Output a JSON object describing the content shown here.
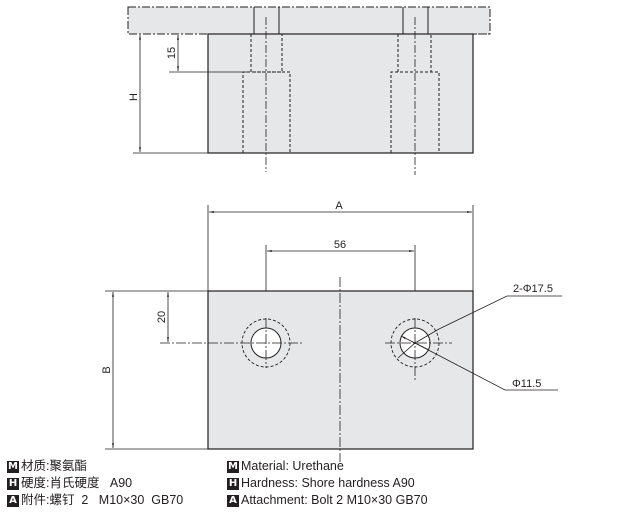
{
  "colors": {
    "part_fill": "#e6e7e8",
    "line": "#231f20",
    "hole_fill": "#ffffff"
  },
  "side_view": {
    "dimensions": {
      "height_label": "H",
      "counterbore_depth": "15"
    }
  },
  "top_view": {
    "dimensions": {
      "width_label": "A",
      "hole_spacing": "56",
      "depth_label": "B",
      "hole_offset": "20"
    },
    "callouts": {
      "counterbore": "2-Φ17.5",
      "through_hole": "Φ11.5"
    }
  },
  "legend_cn": [
    {
      "badge": "M",
      "text": "材质:聚氨酯"
    },
    {
      "badge": "H",
      "text": "硬度:肖氏硬度   A90"
    },
    {
      "badge": "A",
      "text": "附件:螺钉  2   M10×30  GB70"
    }
  ],
  "legend_en": [
    {
      "badge": "M",
      "text": "Material: Urethane"
    },
    {
      "badge": "H",
      "text": "Hardness: Shore hardness A90"
    },
    {
      "badge": "A",
      "text": "Attachment: Bolt 2 M10×30 GB70"
    }
  ]
}
